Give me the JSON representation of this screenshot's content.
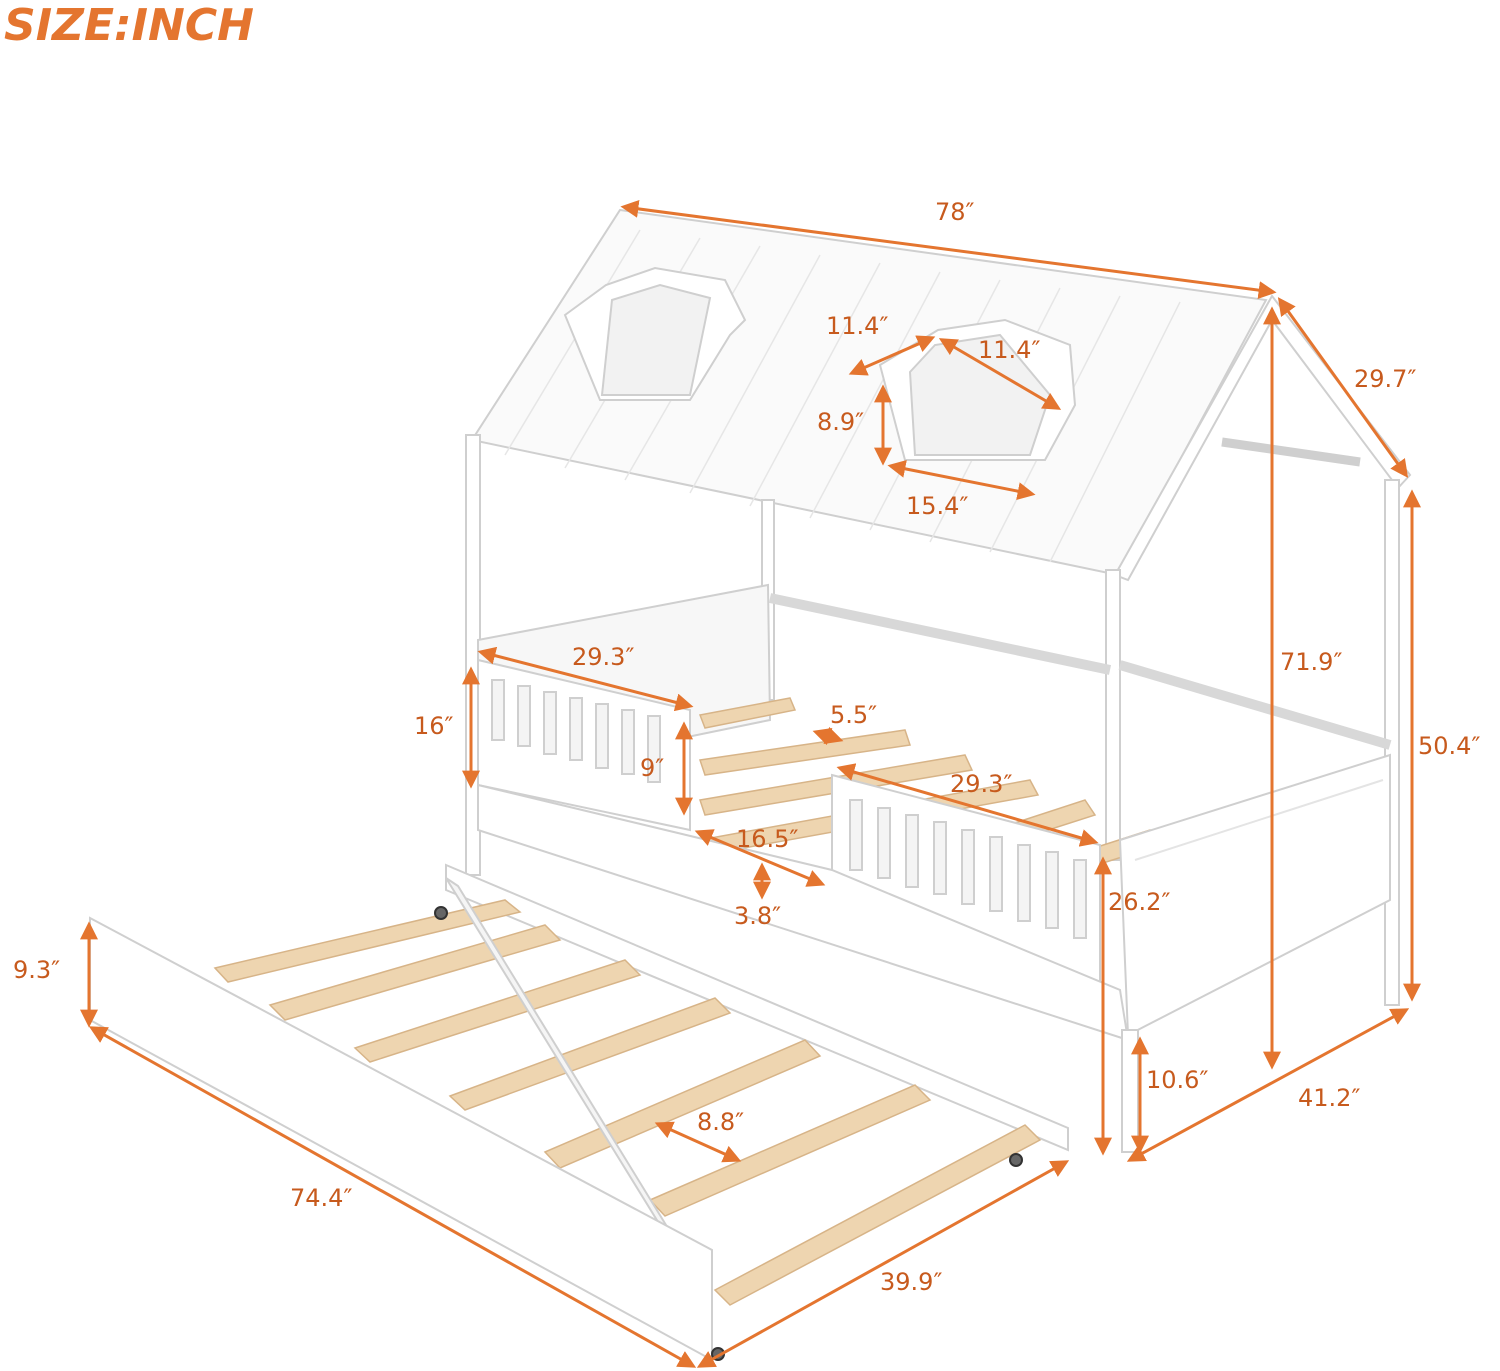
{
  "header": {
    "title": "SIZE:INCH"
  },
  "colors": {
    "dimension": "#E4752F",
    "label": "#C75A1D",
    "frame": "#FFFFFF",
    "frame_outline": "#D8D8D8",
    "slat": "#E8C9A0"
  },
  "dimensions": {
    "roof_length": "78″",
    "window_side_left": "11.4″",
    "window_side_right": "11.4″",
    "window_height": "8.9″",
    "window_width": "15.4″",
    "roof_depth": "29.7″",
    "total_height": "71.9″",
    "wall_height": "50.4″",
    "rail_length_left": "29.3″",
    "rail_height": "16″",
    "slat_gap": "5.5″",
    "rail_inner_height": "9″",
    "rail_length_right": "29.3″",
    "rail_opening": "16.5″",
    "rail_offset": "3.8″",
    "bed_height": "26.2″",
    "clearance_height": "10.6″",
    "bed_width": "41.2″",
    "trundle_height": "9.3″",
    "trundle_length": "74.4″",
    "trundle_slat_gap": "8.8″",
    "trundle_width": "39.9″"
  }
}
